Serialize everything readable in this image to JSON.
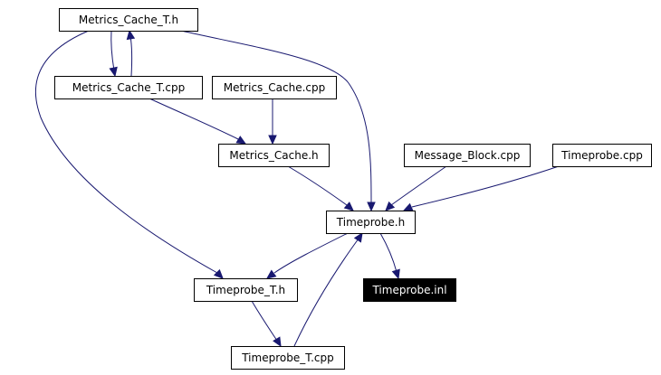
{
  "colors": {
    "edge": "#191970",
    "node_border": "#000000",
    "node_fill": "#ffffff",
    "selected_fill": "#000000",
    "selected_text": "#ffffff"
  },
  "nodes": [
    {
      "id": "metrics-cache-t-h",
      "label": "Metrics_Cache_T.h",
      "selected": false
    },
    {
      "id": "metrics-cache-t-cpp",
      "label": "Metrics_Cache_T.cpp",
      "selected": false
    },
    {
      "id": "metrics-cache-cpp",
      "label": "Metrics_Cache.cpp",
      "selected": false
    },
    {
      "id": "metrics-cache-h",
      "label": "Metrics_Cache.h",
      "selected": false
    },
    {
      "id": "message-block-cpp",
      "label": "Message_Block.cpp",
      "selected": false
    },
    {
      "id": "timeprobe-cpp",
      "label": "Timeprobe.cpp",
      "selected": false
    },
    {
      "id": "timeprobe-h",
      "label": "Timeprobe.h",
      "selected": false
    },
    {
      "id": "timeprobe-t-h",
      "label": "Timeprobe_T.h",
      "selected": false
    },
    {
      "id": "timeprobe-inl",
      "label": "Timeprobe.inl",
      "selected": true
    },
    {
      "id": "timeprobe-t-cpp",
      "label": "Timeprobe_T.cpp",
      "selected": false
    }
  ],
  "edges": [
    {
      "from": "metrics-cache-t-h",
      "to": "metrics-cache-t-cpp"
    },
    {
      "from": "metrics-cache-t-cpp",
      "to": "metrics-cache-t-h"
    },
    {
      "from": "metrics-cache-t-h",
      "to": "timeprobe-h"
    },
    {
      "from": "metrics-cache-t-h",
      "to": "timeprobe-t-h"
    },
    {
      "from": "metrics-cache-t-cpp",
      "to": "metrics-cache-h"
    },
    {
      "from": "metrics-cache-cpp",
      "to": "metrics-cache-h"
    },
    {
      "from": "metrics-cache-h",
      "to": "timeprobe-h"
    },
    {
      "from": "message-block-cpp",
      "to": "timeprobe-h"
    },
    {
      "from": "timeprobe-cpp",
      "to": "timeprobe-h"
    },
    {
      "from": "timeprobe-h",
      "to": "timeprobe-t-h"
    },
    {
      "from": "timeprobe-h",
      "to": "timeprobe-inl"
    },
    {
      "from": "timeprobe-t-h",
      "to": "timeprobe-t-cpp"
    },
    {
      "from": "timeprobe-t-cpp",
      "to": "timeprobe-h"
    }
  ]
}
